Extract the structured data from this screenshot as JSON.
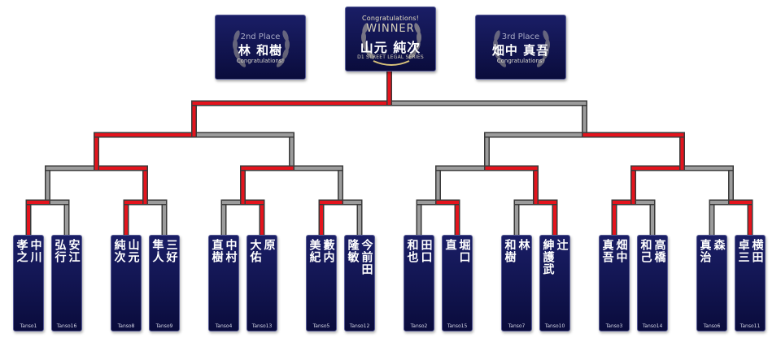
{
  "colors": {
    "win_line": "#e4141d",
    "lose_line": "#9c9c9c",
    "card_top": "#1a1e66",
    "card_bottom": "#0a0c3c",
    "wreath": "#c9c3ad"
  },
  "podium": {
    "winner": {
      "congrats": "Congratulations!",
      "label": "WINNER",
      "name": "山元 純次",
      "series": "D1 STREET LEGAL SERIES",
      "icon": "laurel-wreath-icon"
    },
    "second": {
      "label": "2nd Place",
      "name": "林 和樹",
      "congrats": "Congratulations!",
      "icon": "laurel-wreath-icon"
    },
    "third": {
      "label": "3rd Place",
      "name": "畑中 真吾",
      "congrats": "Congratulations!",
      "icon": "laurel-wreath-icon"
    }
  },
  "players": [
    {
      "cols": [
        "中川",
        "孝之"
      ],
      "id": "Tanso1"
    },
    {
      "cols": [
        "安江",
        "弘行"
      ],
      "id": "Tanso16"
    },
    {
      "cols": [
        "山元",
        "純次"
      ],
      "id": "Tanso8"
    },
    {
      "cols": [
        "三好",
        "隼人"
      ],
      "id": "Tanso9"
    },
    {
      "cols": [
        "中村",
        "直樹"
      ],
      "id": "Tanso4"
    },
    {
      "cols": [
        "原",
        "大佑"
      ],
      "id": "Tanso13"
    },
    {
      "cols": [
        "藪内",
        "美紀"
      ],
      "id": "Tanso5"
    },
    {
      "cols": [
        "今前田",
        "隆敏"
      ],
      "id": "Tanso12"
    },
    {
      "cols": [
        "田口",
        "和也"
      ],
      "id": "Tanso2"
    },
    {
      "cols": [
        "堀口",
        "直"
      ],
      "id": "Tanso15"
    },
    {
      "cols": [
        "林",
        "和樹"
      ],
      "id": "Tanso7"
    },
    {
      "cols": [
        "辻",
        "紳護武"
      ],
      "id": "Tanso10"
    },
    {
      "cols": [
        "畑中",
        "真吾"
      ],
      "id": "Tanso3"
    },
    {
      "cols": [
        "高橋",
        "和己"
      ],
      "id": "Tanso14"
    },
    {
      "cols": [
        "森",
        "真治"
      ],
      "id": "Tanso6"
    },
    {
      "cols": [
        "横田",
        "卓三"
      ],
      "id": "Tanso11"
    }
  ],
  "round1_winner_side": [
    "L",
    "L",
    "R",
    "L",
    "R",
    "R",
    "L",
    "R"
  ],
  "round2_winner_side": [
    "R",
    "L",
    "R",
    "L"
  ],
  "round3_winner_side": [
    "L",
    "R"
  ],
  "final_winner_side": "L"
}
